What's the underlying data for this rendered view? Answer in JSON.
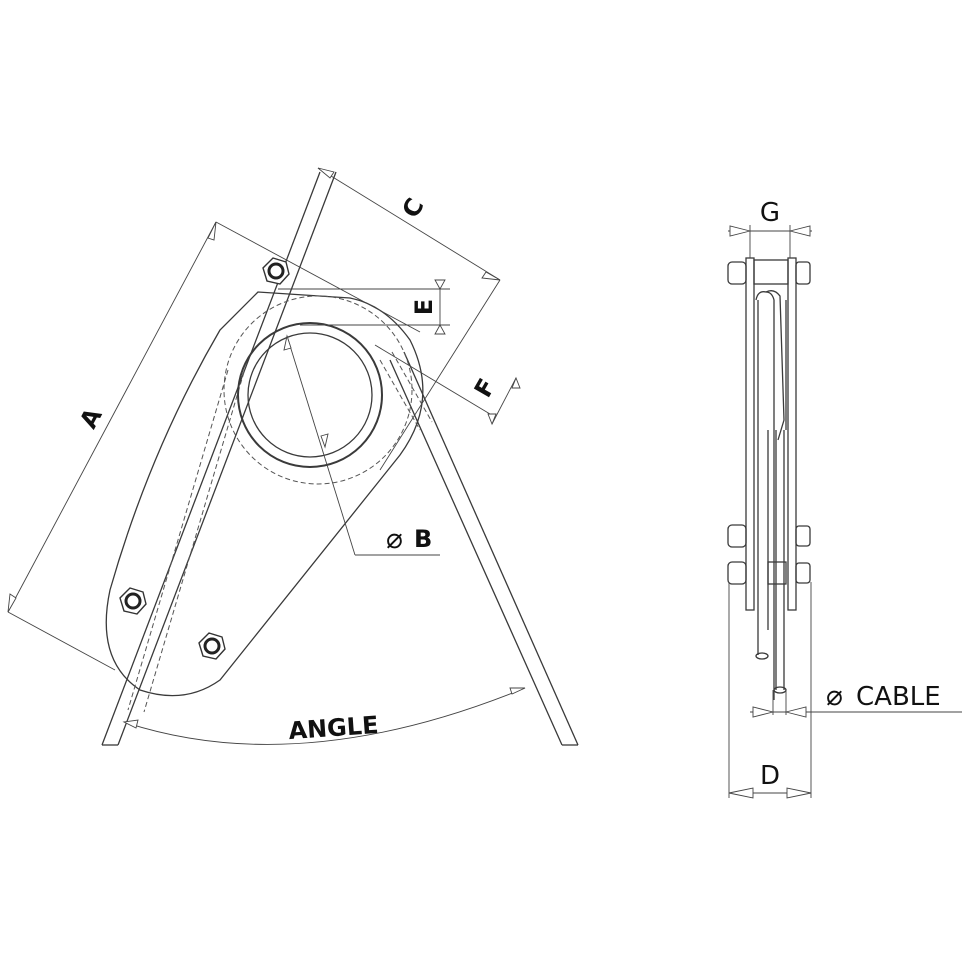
{
  "drawing": {
    "title": "Cable bracket technical dimension drawing",
    "front_view": {
      "labels": {
        "A": "A",
        "B": "B",
        "B_prefix": "⌀",
        "C": "C",
        "E": "E",
        "F": "F",
        "angle": "ANGLE"
      }
    },
    "side_view": {
      "labels": {
        "G": "G",
        "D": "D",
        "cable": "CABLE",
        "cable_prefix": "⌀"
      }
    },
    "colors": {
      "line": "#3a3a3a",
      "text": "#111111",
      "background": "#ffffff"
    }
  }
}
